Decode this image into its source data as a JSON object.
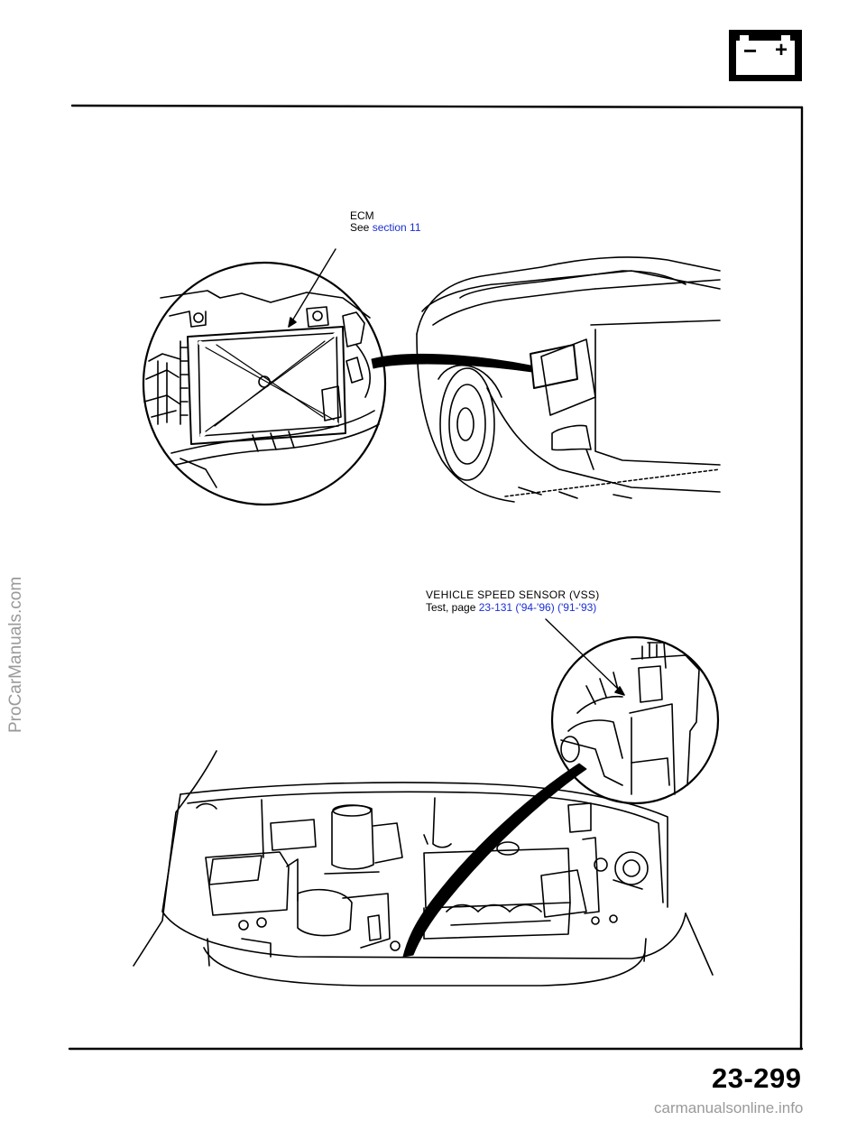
{
  "section_icon": {
    "name": "battery-icon",
    "minus": "−",
    "plus": "+"
  },
  "ecm_callout": {
    "title": "ECM",
    "prefix": "See",
    "link": "section 11"
  },
  "vss_callout": {
    "title": "VEHICLE SPEED SENSOR (VSS)",
    "prefix": "Test, page",
    "link": "23-131 ('94-'96) ('91-'93)"
  },
  "page_number": "23-299",
  "watermark_left": "ProCarManuals.com",
  "watermark_bottom": "carmanualsonline.info",
  "colors": {
    "link": "#1a2fd6",
    "ink": "#000000",
    "watermark": "#9a9a9a"
  }
}
